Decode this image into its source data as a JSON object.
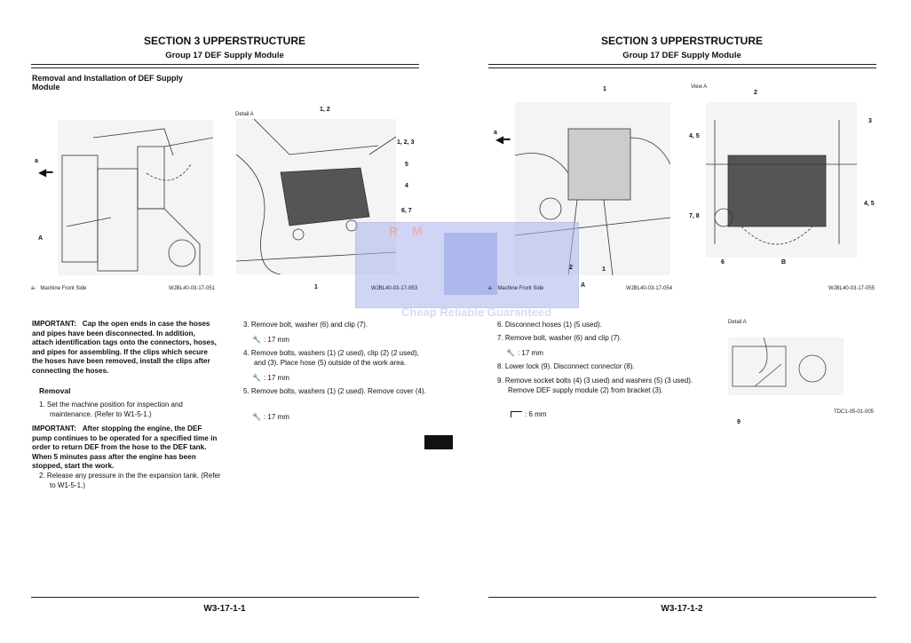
{
  "left_page": {
    "section_title": "SECTION 3 UPPERSTRUCTURE",
    "group_title": "Group 17 DEF Supply Module",
    "heading": "Removal and Installation of DEF Supply Module",
    "figure1": {
      "callouts": [
        "a",
        "A"
      ],
      "caption_key": "a-",
      "caption": "Machine Front Side",
      "code": "WJBL40-03-17-051"
    },
    "figure2": {
      "label": "Detail A",
      "callouts": [
        "1, 2",
        "1, 2, 3",
        "5",
        "4",
        "6, 7",
        "1"
      ],
      "code": "WJBL40-03-17-053"
    },
    "important1": {
      "label": "IMPORTANT:",
      "text": "Cap the open ends in case the hoses and pipes have been disconnected. In addition, attach identification tags onto the connectors, hoses, and pipes for assembling. If the clips which secure the hoses have been removed, install the clips after connecting the hoses."
    },
    "removal_heading": "Removal",
    "step1": "1. Set the machine position for inspection and maintenance. (Refer to W1-5-1.)",
    "important2": {
      "label": "IMPORTANT:",
      "text": "After stopping the engine, the DEF pump continues to be operated for a specified time in order to return DEF from the hose to the DEF tank. When 5 minutes pass after the engine has been stopped, start the work."
    },
    "step2": "2. Release any pressure in the the expansion tank. (Refer to W1-5-1.)",
    "step3": "3. Remove bolt, washer (6) and clip (7).",
    "tool3": ": 17 mm",
    "step4": "4. Remove bolts, washers (1) (2 used), clip (2) (2 used), and (3). Place hose (5) outside of the work area.",
    "tool4": ": 17 mm",
    "step5": "5. Remove bolts, washers (1) (2 used). Remove cover (4).",
    "tool5": ": 17 mm",
    "page_number": "W3-17-1-1"
  },
  "right_page": {
    "section_title": "SECTION 3 UPPERSTRUCTURE",
    "group_title": "Group 17 DEF Supply Module",
    "figure3": {
      "callouts": [
        "1",
        "a",
        "2",
        "A",
        "1"
      ],
      "caption_key": "a-",
      "caption": "Machine Front Side",
      "code": "WJBL40-03-17-054"
    },
    "figure4": {
      "label": "View A",
      "callouts": [
        "2",
        "3",
        "4, 5",
        "4, 5",
        "7, 8",
        "6",
        "B"
      ],
      "code": "WJBL40-03-17-055"
    },
    "step6": "6. Disconnect hoses (1) (5 used).",
    "step7": "7. Remove bolt, washer (6) and clip (7).",
    "tool7": ": 17 mm",
    "step8": "8. Lower lock (9). Disconnect connector (8).",
    "step9": "9. Remove socket bolts (4) (3 used) and washers (5) (3 used). Remove DEF supply module (2) from bracket (3).",
    "tool9": ": 6 mm",
    "figure5": {
      "label": "Detail A",
      "callout": "9",
      "code": "TDC1-05-01-005"
    },
    "page_number": "W3-17-1-2"
  },
  "watermark": {
    "logo_text": "R M",
    "slogan": "Cheap Reliable Guaranteed"
  },
  "icons": {
    "wrench": "wrench-icon",
    "hex_key": "hex-key-icon"
  }
}
